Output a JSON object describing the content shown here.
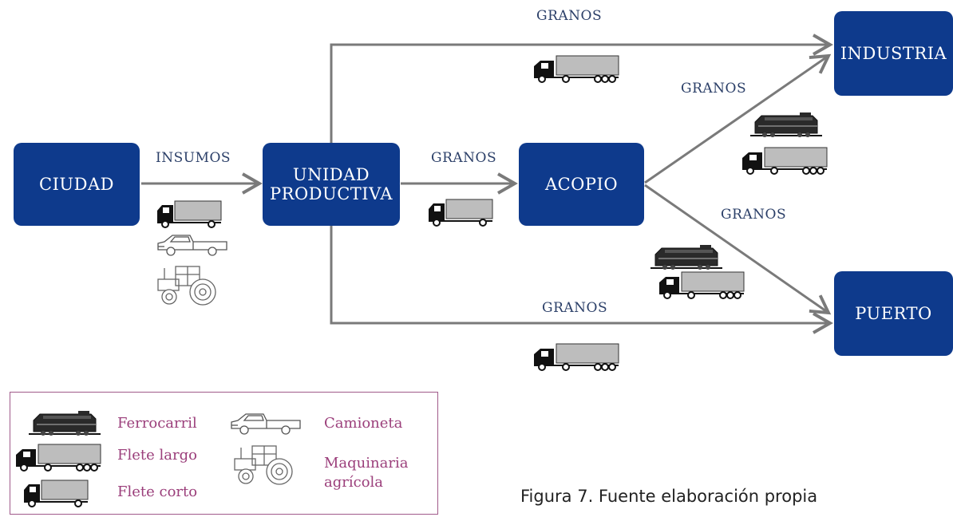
{
  "nodes": {
    "ciudad": "CIUDAD",
    "unidad_line1": "UNIDAD",
    "unidad_line2": "PRODUCTIVA",
    "acopio": "ACOPIO",
    "industria": "INDUSTRIA",
    "puerto": "PUERTO"
  },
  "edges": {
    "ciudad_unidad": "INSUMOS",
    "unidad_acopio": "GRANOS",
    "unidad_industria": "GRANOS",
    "unidad_puerto": "GRANOS",
    "acopio_industria": "GRANOS",
    "acopio_puerto": "GRANOS"
  },
  "legend": {
    "ferrocarril": "Ferrocarril",
    "flete_largo": "Flete largo",
    "flete_corto": "Flete corto",
    "camioneta": "Camioneta",
    "maquinaria_line1": "Maquinaria",
    "maquinaria_line2": "agrícola"
  },
  "caption": "Figura 7. Fuente elaboración propia",
  "colors": {
    "node": "#0e3a8c",
    "edge": "#7a7a7a",
    "edge_label": "#2b3f68",
    "legend_text": "#9b3f7b",
    "legend_border": "#a05a8a"
  }
}
